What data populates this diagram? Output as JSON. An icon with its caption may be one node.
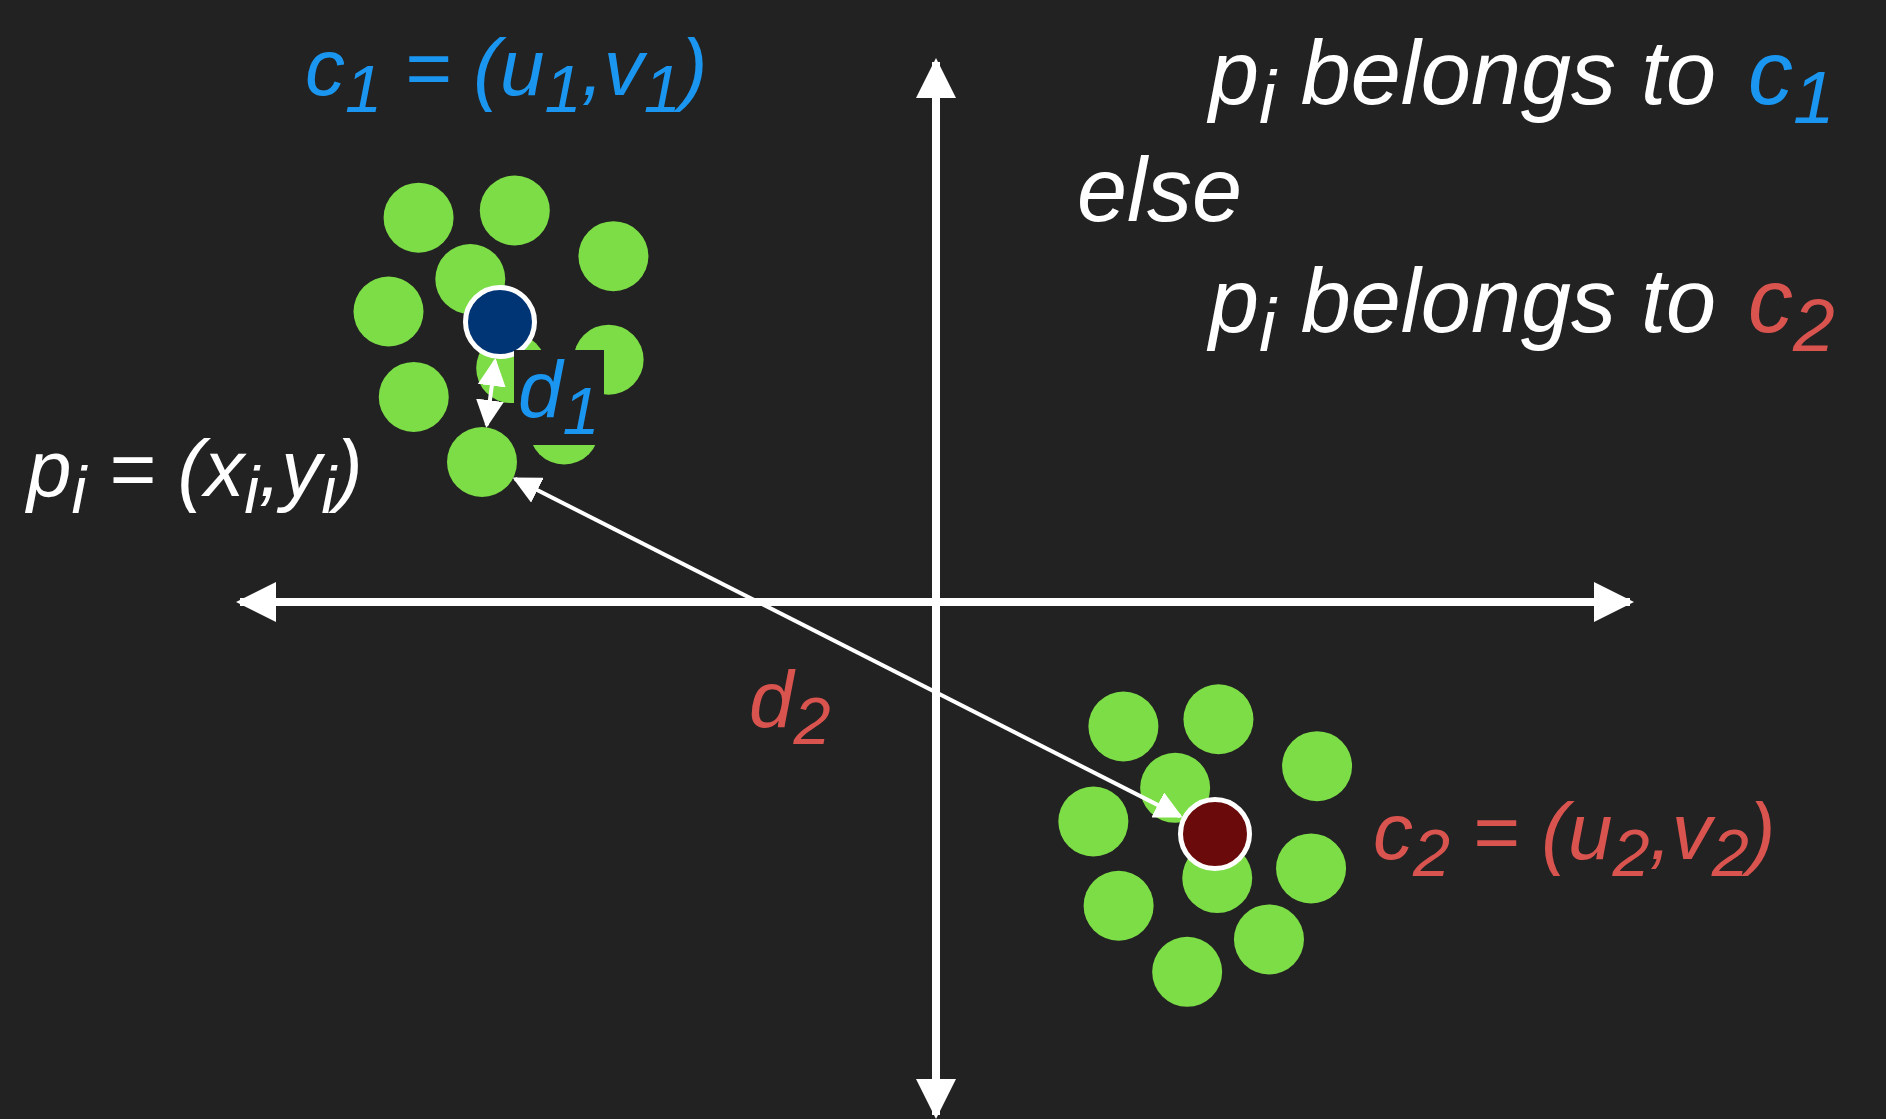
{
  "diagram": {
    "nodes": [
      {
        "text": [],
        "shape": "circle",
        "beside": [
          "c$_{1}$ = (u$_{1}$,v$_{1}$)"
        ]
      },
      {
        "text": [],
        "shape": "circle",
        "beside": [
          "p$_{i}$ = (x$_{i}$,y$_{i}$)"
        ]
      },
      {
        "text": [],
        "shape": "circle",
        "beside": [
          "c$_{2}$ = (u$_{2}$,v$_{2}$)"
        ]
      }
    ],
    "edges": [
      {
        "from": 0,
        "to": 1,
        "arrow": "both",
        "label": "d$_{1}$"
      },
      {
        "from": 1,
        "to": 2,
        "arrow": "both",
        "label": "d$_{2}$"
      }
    ],
    "labels": [
      "p$_{i}$ belongs to",
      "c$_{1}$",
      "else",
      "p$_{i}$ belongs to",
      "c$_{2}$"
    ]
  }
}
